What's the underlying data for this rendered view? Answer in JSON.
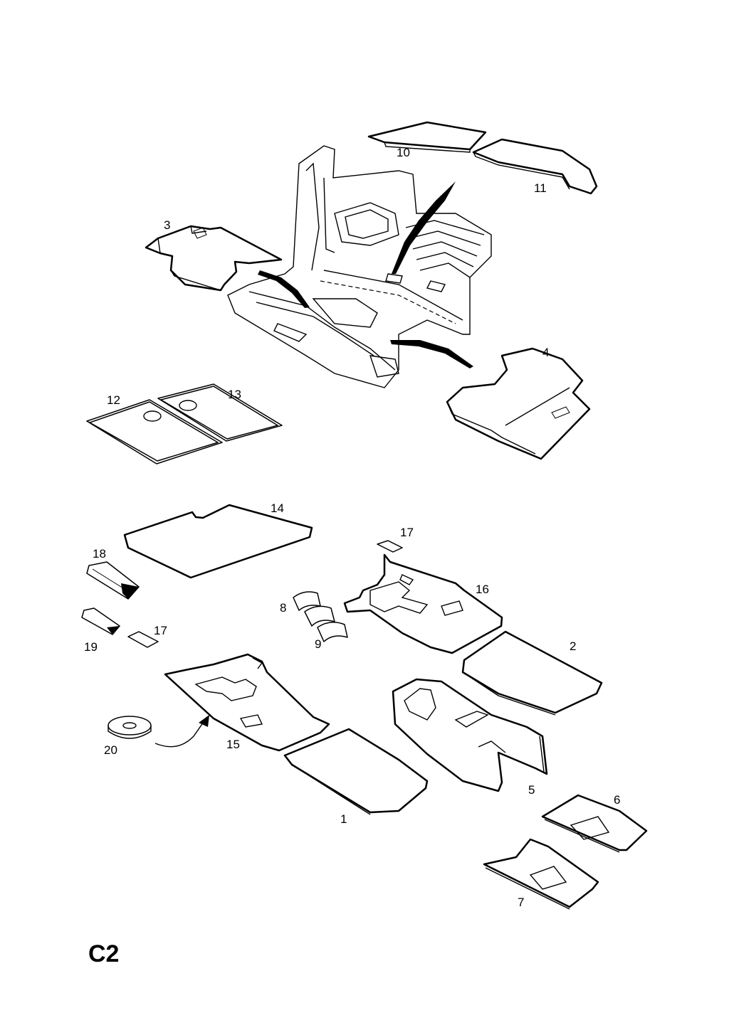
{
  "diagram": {
    "page_code": "C2",
    "callouts": {
      "p1": "1",
      "p2": "2",
      "p3": "3",
      "p4": "4",
      "p5": "5",
      "p6": "6",
      "p7": "7",
      "p8": "8",
      "p9": "9",
      "p10": "10",
      "p11": "11",
      "p12": "12",
      "p13": "13",
      "p14": "14",
      "p15": "15",
      "p16": "16",
      "p17a": "17",
      "p17b": "17",
      "p18": "18",
      "p19": "19",
      "p20": "20"
    },
    "colors": {
      "line": "#000000",
      "background": "#ffffff"
    }
  }
}
